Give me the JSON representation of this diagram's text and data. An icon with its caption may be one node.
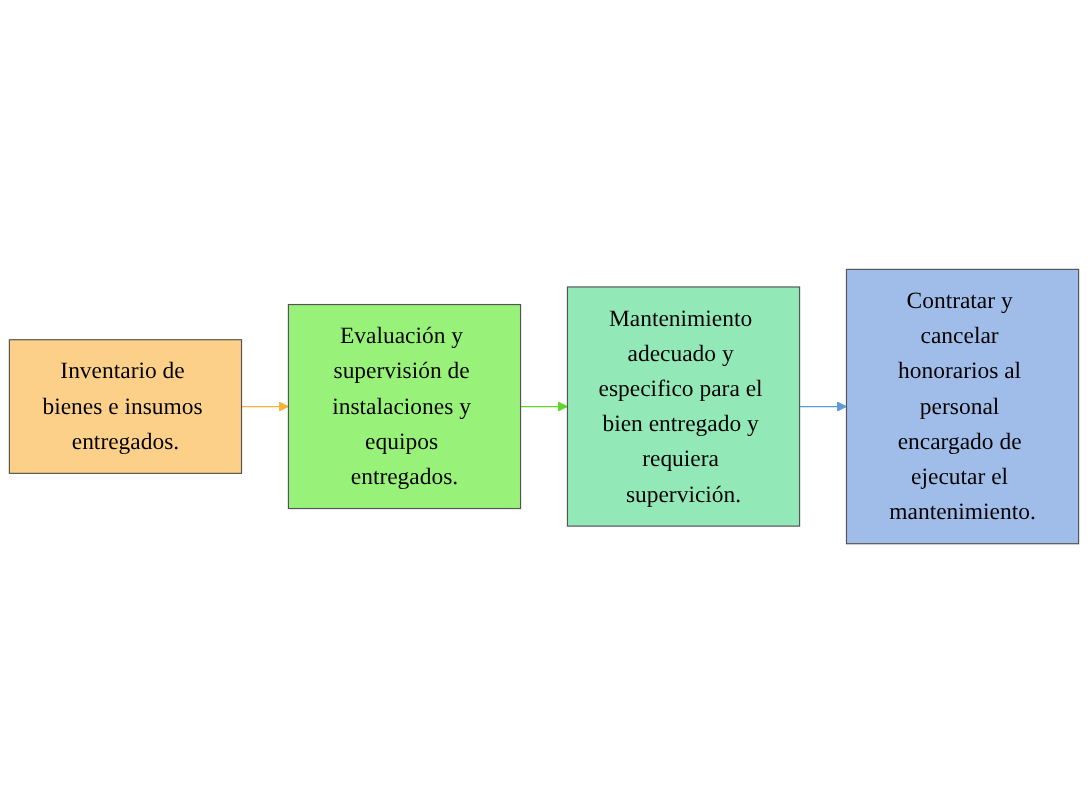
{
  "diagram": {
    "nodes": [
      {
        "text": [
          "Inventario de bienes e insumos entregados."
        ]
      },
      {
        "text": [
          "Evaluación y supervisión de instalaciones y equipos entregados."
        ]
      },
      {
        "text": [
          "Mantenimiento adecuado y especifico para el bien entregado y requiera supervición."
        ]
      },
      {
        "text": [
          "Contratar y cancelar honorarios al personal encargado de ejecutar el mantenimiento."
        ]
      }
    ],
    "edges": [
      {
        "from": 0,
        "to": 1,
        "arrow": "to",
        "color": "#f5b335"
      },
      {
        "from": 1,
        "to": 2,
        "arrow": "to",
        "color": "#5fd62a"
      },
      {
        "from": 2,
        "to": 3,
        "arrow": "to",
        "color": "#5b9bd5"
      }
    ]
  }
}
